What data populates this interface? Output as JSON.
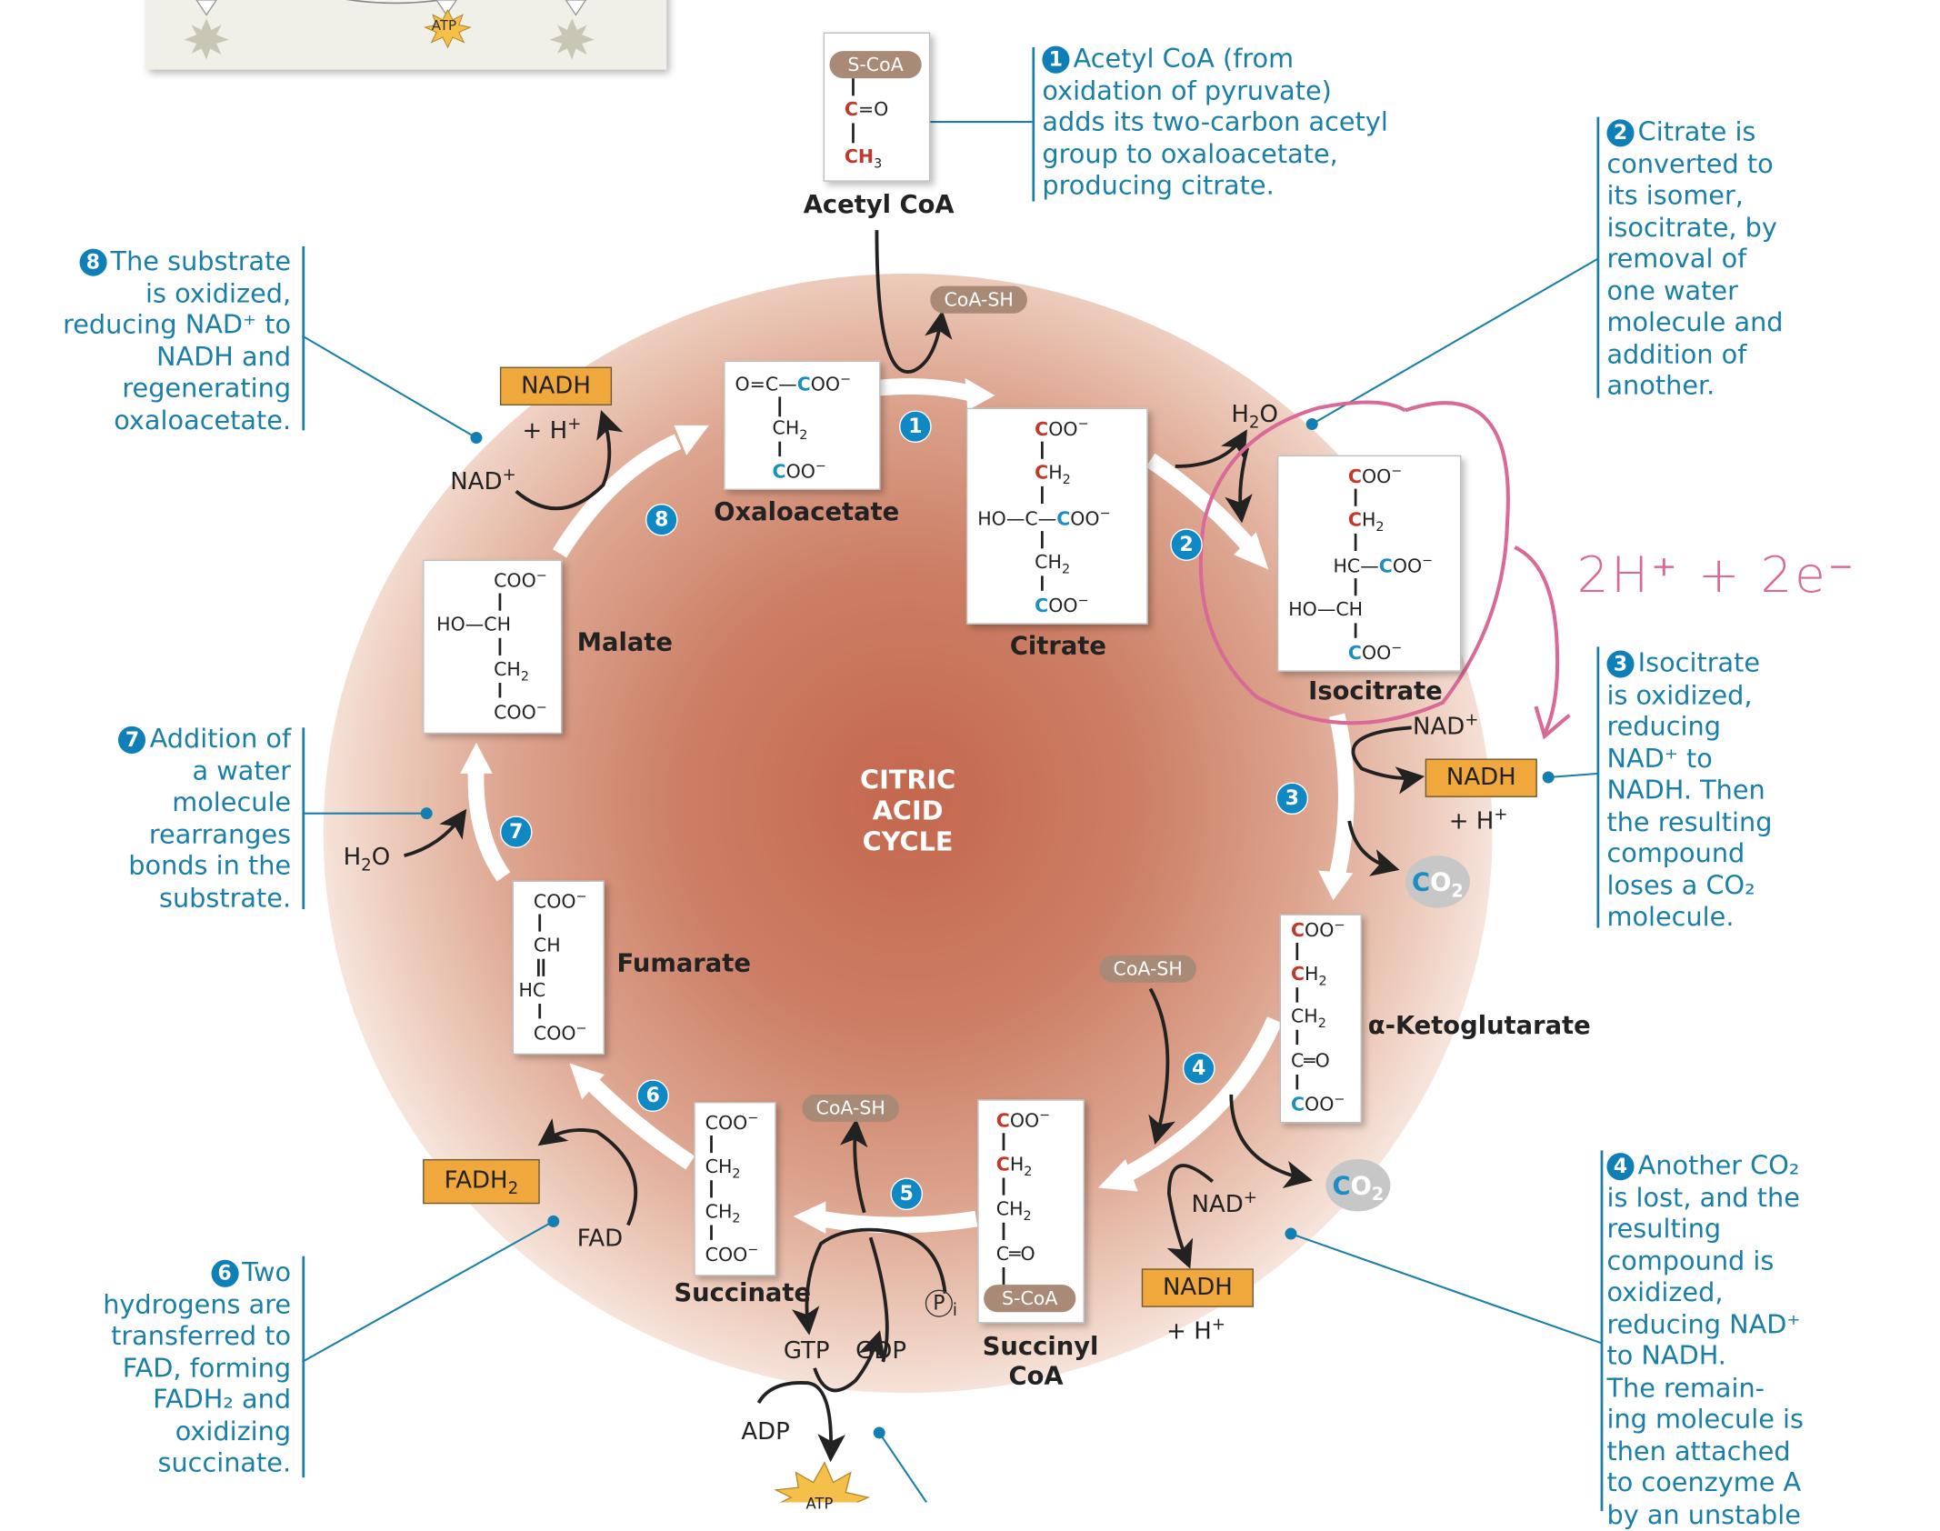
{
  "title": "Citric Acid Cycle",
  "center_label": [
    "CITRIC",
    "ACID",
    "CYCLE"
  ],
  "inset": {
    "atp_label": "ATP"
  },
  "molecules": {
    "acetyl_coa": {
      "name": "Acetyl CoA",
      "scoa": "S-CoA",
      "line1": "C",
      "line1b": "=O",
      "line2": "CH",
      "sub": "3"
    },
    "oxaloacetate": {
      "name": "Oxaloacetate",
      "top": "O=C—",
      "coo1": "COO⁻",
      "ch2": "CH",
      "coo2": "COO⁻"
    },
    "citrate": {
      "name": "Citrate",
      "coo": "COO⁻",
      "ch2": "CH",
      "ho": "HO—C—",
      "ch2b": "CH",
      "coo2": "COO⁻"
    },
    "isocitrate": {
      "name": "Isocitrate",
      "coo": "COO⁻",
      "ch2": "CH",
      "hc": "HC—",
      "hoch": "HO—CH",
      "coo2": "COO⁻"
    },
    "alpha_ketoglutarate": {
      "name": "α-Ketoglutarate",
      "coo": "COO⁻",
      "ch2": "CH",
      "ch2b": "CH",
      "co": "C=O",
      "coo2": "COO⁻"
    },
    "succinyl_coa": {
      "name_line1": "Succinyl",
      "name_line2": "CoA",
      "coo": "COO⁻",
      "ch2": "CH",
      "ch2b": "CH",
      "co": "C=O",
      "scoa": "S-CoA"
    },
    "succinate": {
      "name": "Succinate",
      "coo": "COO⁻",
      "ch2": "CH",
      "ch2b": "CH",
      "coo2": "COO⁻"
    },
    "fumarate": {
      "name": "Fumarate",
      "coo": "COO⁻",
      "ch": "CH",
      "hc": "HC",
      "coo2": "COO⁻"
    },
    "malate": {
      "name": "Malate",
      "coo": "COO⁻",
      "hoch": "HO—CH",
      "ch2": "CH",
      "coo2": "COO⁻"
    }
  },
  "steps": [
    "1",
    "2",
    "3",
    "4",
    "5",
    "6",
    "7",
    "8"
  ],
  "side_labels": {
    "coa_sh": "CoA-SH",
    "h2o": "H",
    "nad_plus": "NAD",
    "nadh": "NADH",
    "h_plus": "+ H",
    "co2": "CO",
    "fadh2": "FADH",
    "fad": "FAD",
    "gtp": "GTP",
    "gdp": "GDP",
    "adp": "ADP",
    "pi": "P",
    "atp": "ATP"
  },
  "callouts": {
    "c1": {
      "num": "1",
      "lines": [
        "Acetyl CoA (from",
        "oxidation of pyruvate)",
        "adds its two-carbon acetyl",
        "group to oxaloacetate,",
        "producing citrate."
      ]
    },
    "c2": {
      "num": "2",
      "lines": [
        "Citrate is",
        "converted to",
        "its isomer,",
        "isocitrate, by",
        "removal of",
        "one water",
        "molecule and",
        "addition of",
        "another."
      ]
    },
    "c3": {
      "num": "3",
      "lines": [
        "Isocitrate",
        "is oxidized,",
        "reducing",
        "NAD⁺ to",
        "NADH. Then",
        "the resulting",
        "compound",
        "loses a CO₂",
        "molecule."
      ]
    },
    "c4": {
      "num": "4",
      "lines": [
        "Another CO₂",
        "is lost, and the",
        "resulting",
        "compound is",
        "oxidized,",
        "reducing NAD⁺",
        "to NADH.",
        "The remain-",
        "ing molecule is",
        "then attached",
        "to coenzyme A",
        "by an unstable"
      ]
    },
    "c6": {
      "num": "6",
      "lines": [
        "Two",
        "hydrogens are",
        "transferred to",
        "FAD, forming",
        "FADH₂ and",
        "oxidizing",
        "succinate."
      ]
    },
    "c7": {
      "num": "7",
      "lines": [
        "Addition of",
        "a water",
        "molecule",
        "rearranges",
        "bonds in the",
        "substrate."
      ]
    },
    "c8": {
      "num": "8",
      "lines": [
        "The substrate",
        "is oxidized,",
        "reducing NAD⁺ to",
        "NADH and",
        "regenerating",
        "oxaloacetate."
      ]
    }
  },
  "annotation": {
    "text": "2H⁺ + 2e⁻",
    "color": "#d96a98"
  },
  "colors": {
    "callout": "#1a7fa8",
    "step_badge": "#0f88c4",
    "nadh_box": "#f0a83c",
    "coa_pill": "#a98a76",
    "red_carbon": "#c0392b",
    "blue_carbon": "#1a8fc0"
  }
}
